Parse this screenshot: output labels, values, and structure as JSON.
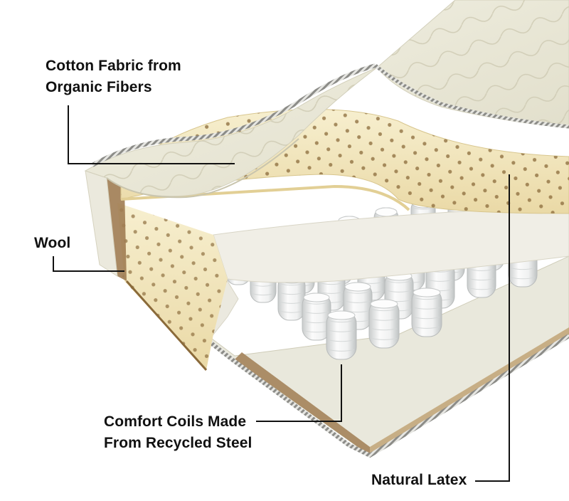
{
  "labels": {
    "cotton": {
      "lines": [
        "Cotton Fabric from",
        "Organic Fibers"
      ]
    },
    "wool": {
      "lines": [
        "Wool"
      ]
    },
    "coils": {
      "lines": [
        "Comfort Coils Made",
        "From Recycled Steel"
      ]
    },
    "latex": {
      "lines": [
        "Natural Latex"
      ]
    }
  },
  "colors": {
    "fabric": "#efeee0",
    "fabric_shadow": "#d9d6c2",
    "latex": "#f3e9c4",
    "latex_holes": "#8a6a3a",
    "wool": "#f1efe6",
    "coil": "#f5f6f6",
    "coil_shadow": "#c9cccc",
    "coir": "#a07c52",
    "piping": "#9a9a96",
    "leader": "#111111"
  }
}
